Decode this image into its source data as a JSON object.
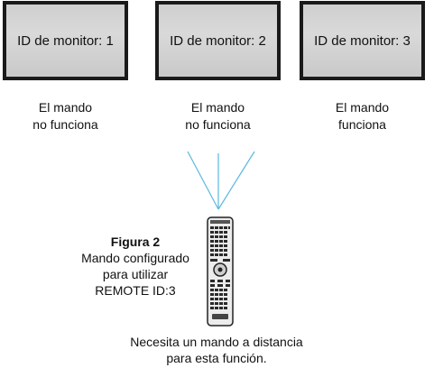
{
  "monitors": [
    {
      "label": "ID de monitor: 1",
      "status_line1": "El mando",
      "status_line2": "no funciona"
    },
    {
      "label": "ID de monitor: 2",
      "status_line1": "El mando",
      "status_line2": "no funciona"
    },
    {
      "label": "ID de monitor: 3",
      "status_line1": "El mando",
      "status_line2": "funciona"
    }
  ],
  "figure": {
    "title": "Figura 2",
    "line1": "Mando configurado",
    "line2": "para utilizar",
    "line3": "REMOTE ID:3"
  },
  "footer": {
    "line1": "Necesita un mando a distancia",
    "line2": "para esta función."
  },
  "colors": {
    "signal": "#5bb8de",
    "bezel": "#1a1a1a",
    "screen": "#d0d0d0"
  }
}
